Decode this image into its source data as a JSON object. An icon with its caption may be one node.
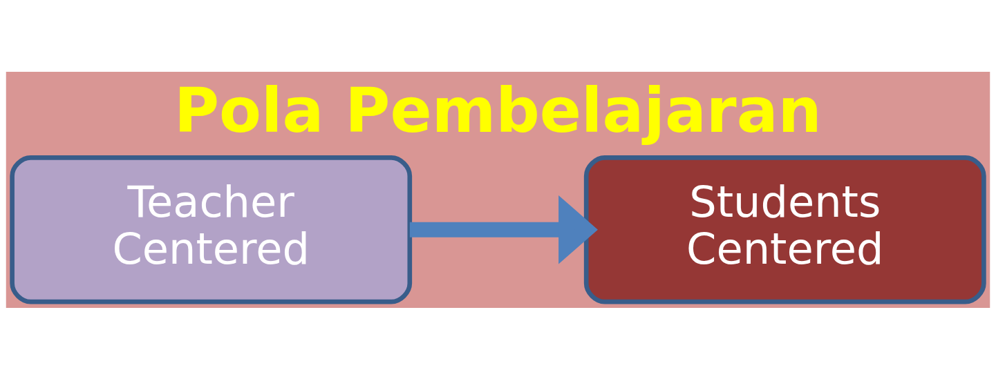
{
  "diagram": {
    "title": "Pola Pembelajaran",
    "nodes": [
      {
        "text": [
          "Teacher Centered"
        ]
      },
      {
        "text": [
          "Students Centered"
        ]
      }
    ],
    "edges": [
      {
        "from": 0,
        "to": 1,
        "arrow": "to"
      }
    ]
  }
}
